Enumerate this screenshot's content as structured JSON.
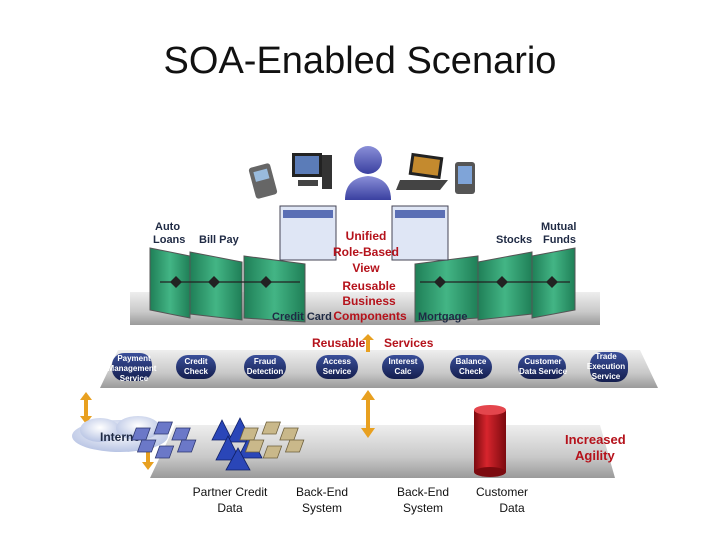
{
  "title": "SOA-Enabled Scenario",
  "top_labels": {
    "auto_loans": [
      "Auto",
      "Loans"
    ],
    "bill_pay": "Bill Pay",
    "stocks": "Stocks",
    "mutual_funds": [
      "Mutual",
      "Funds"
    ],
    "credit_card": "Credit Card",
    "mortgage": "Mortgage"
  },
  "center_text": [
    "Unified",
    "Role-Based",
    "View",
    "Reusable",
    "Business",
    "Components"
  ],
  "reusable_services": "Reusable",
  "services": "Services",
  "service_pills": [
    [
      "Payment",
      "Management",
      "Service"
    ],
    [
      "Credit",
      "Check"
    ],
    [
      "Fraud",
      "Detection"
    ],
    [
      "Access",
      "Service"
    ],
    [
      "Interest",
      "Calc"
    ],
    [
      "Balance",
      "Check"
    ],
    [
      "Customer",
      "Data Service"
    ],
    [
      "Trade",
      "Execution",
      "Service"
    ]
  ],
  "internet": "Internet",
  "increased_agility": [
    "Increased",
    "Agility"
  ],
  "captions": {
    "partner": [
      "Partner Credit",
      "Data"
    ],
    "backend1": [
      "Back-End",
      "System"
    ],
    "backend2": [
      "Back-End",
      "System"
    ],
    "customer": [
      "Customer",
      "Data"
    ]
  },
  "colors": {
    "accent_red": "#b5121b",
    "pill_blue": "#1d2d6b",
    "panel_green": "#2e9d6f"
  }
}
